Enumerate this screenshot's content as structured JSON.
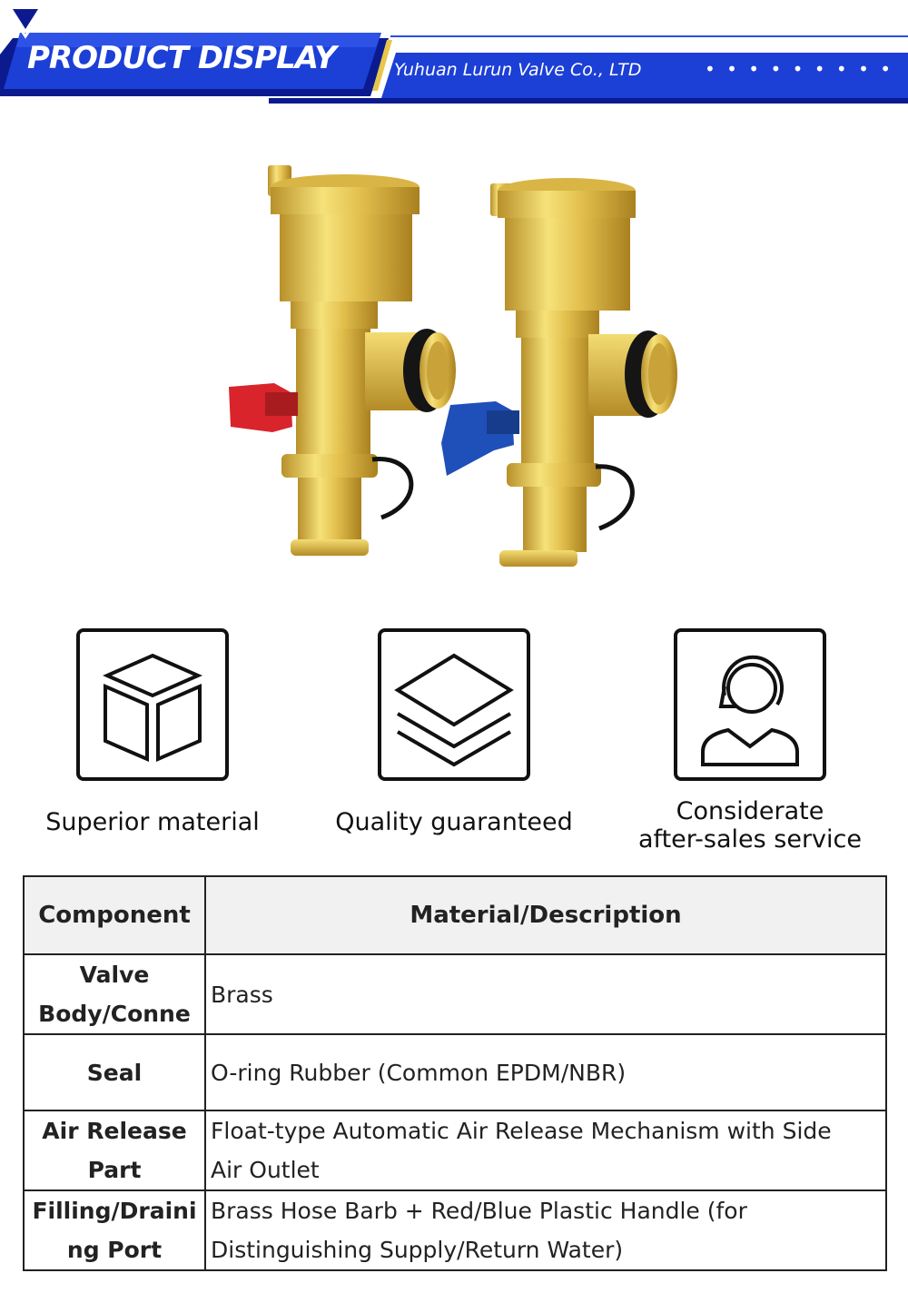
{
  "header": {
    "title": "PRODUCT DISPLAY",
    "company": "Yuhuan Lurun Valve Co., LTD",
    "dots": "• • • • • • • • •",
    "colors": {
      "banner_blue": "#1c3fd6",
      "banner_dark": "#0b1b8f",
      "gold": "#e8c64a"
    }
  },
  "product_image": {
    "icon": "brass-air-release-valve-pair",
    "handle_colors": {
      "left": "#d8242a",
      "right": "#1f4fb8"
    }
  },
  "features": [
    {
      "icon": "cube-icon",
      "label": "Superior material"
    },
    {
      "icon": "layers-icon",
      "label": "Quality guaranteed"
    },
    {
      "icon": "customer-service-icon",
      "label_line1": "Considerate",
      "label_line2": "after-sales service"
    }
  ],
  "table": {
    "headers": [
      "Component",
      "Material/Description"
    ],
    "rows": [
      {
        "component_line1": "Valve",
        "component_line2": "Body/Conne",
        "description": "Brass"
      },
      {
        "component": "Seal",
        "description": "O-ring Rubber (Common EPDM/NBR)"
      },
      {
        "component_line1": "Air Release",
        "component_line2": "Part",
        "description_line1": "Float-type Automatic Air Release Mechanism with Side",
        "description_line2": "Air Outlet"
      },
      {
        "component_line1": "Filling/Draini",
        "component_line2": "ng Port",
        "description_line1": "Brass Hose Barb + Red/Blue Plastic Handle (for",
        "description_line2": "Distinguishing Supply/Return Water)"
      }
    ]
  }
}
